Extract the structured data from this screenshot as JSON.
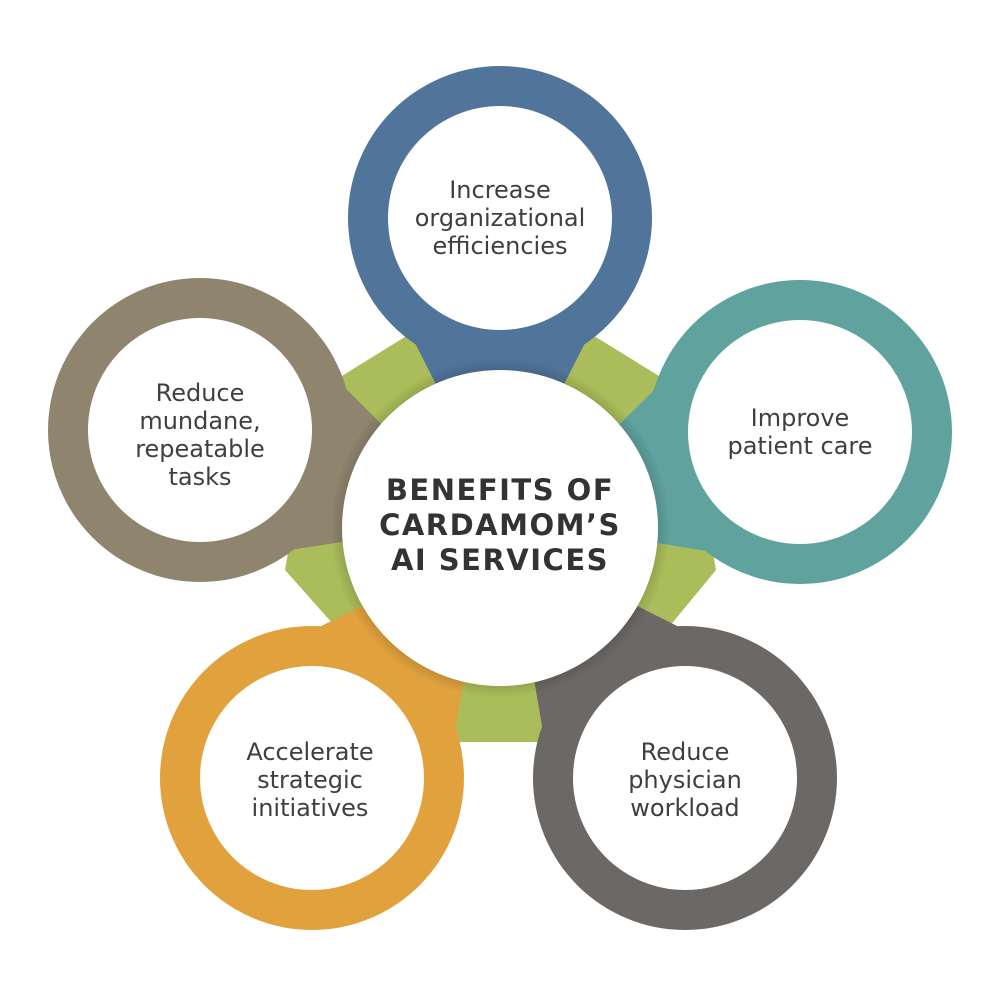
{
  "center": {
    "title": "BENEFITS OF\nCARDAMOM’S\nAI SERVICES"
  },
  "nodes": [
    {
      "label": "Increase\norganizational\nefficiencies",
      "color": "#51749a"
    },
    {
      "label": "Improve\npatient care",
      "color": "#5fa29e"
    },
    {
      "label": "Reduce\nphysician\nworkload",
      "color": "#6b6865"
    },
    {
      "label": "Accelerate\nstrategic\ninitiatives",
      "color": "#e1a23e"
    },
    {
      "label": "Reduce\nmundane,\nrepeatable\ntasks",
      "color": "#8f846d"
    }
  ],
  "colors": {
    "pentagon": "#aabd5a",
    "center_fill": "#ffffff",
    "ring_inner": "#ffffff"
  }
}
